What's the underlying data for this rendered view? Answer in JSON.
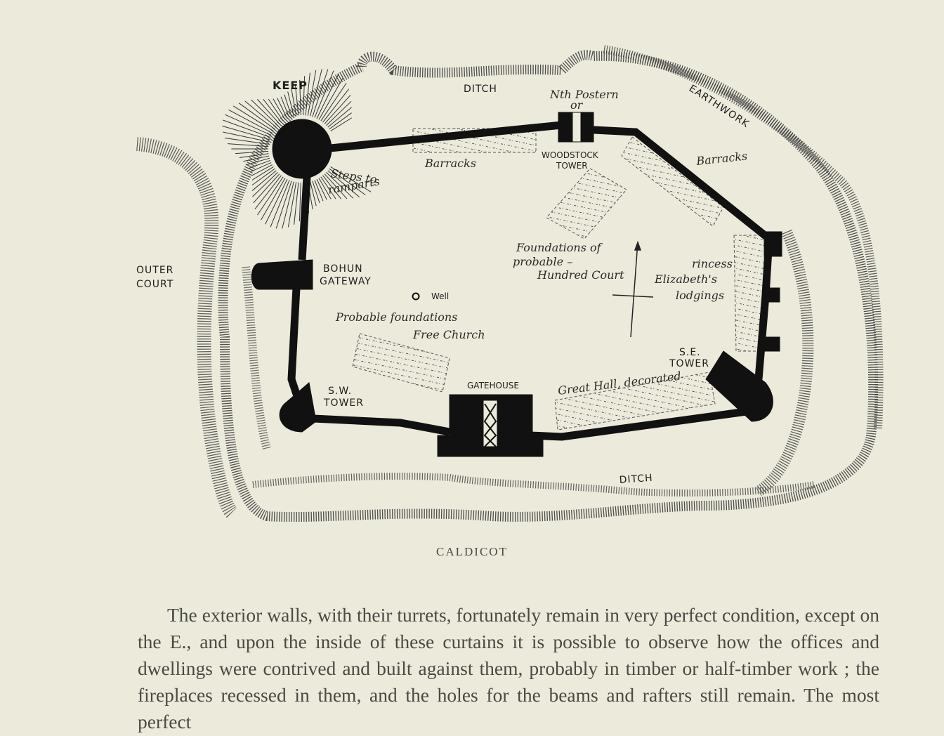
{
  "plan": {
    "labels": {
      "keep": "KEEP",
      "ditch_top": "DITCH",
      "n_postern_line1": "Nth Postern",
      "n_postern_line2": "or",
      "earthwork": "EARTHWORK",
      "barracks_top": "Barracks",
      "woodstock_line1": "WOODSTOCK",
      "woodstock_line2": "TOWER",
      "barracks_right": "Barracks",
      "steps_line1": "Steps to",
      "steps_line2": "ramparts",
      "outer_court_line1": "OUTER",
      "outer_court_line2": "COURT",
      "bohun_line1": "BOHUN",
      "bohun_line2": "GATEWAY",
      "well": "Well",
      "foundations_line1": "Foundations of",
      "foundations_line2": "probable –",
      "foundations_line3": "Hundred Court",
      "princess_line1": "rincess",
      "princess_line2": "Elizabeth's",
      "princess_line3": "lodgings",
      "free_church_line1": "Probable foundations",
      "free_church_line2": "Free Church",
      "se_tower_line1": "S.E.",
      "se_tower_line2": "TOWER",
      "great_hall": "Great Hall, decorated",
      "gatehouse": "GATEHOUSE",
      "sw_tower_line1": "S.W.",
      "sw_tower_line2": "TOWER",
      "ditch_bottom": "DITCH"
    },
    "colors": {
      "ink": "#111111",
      "paper": "#ebeadb"
    }
  },
  "caption": "CALDICOT",
  "paragraph": "The exterior walls, with their turrets, fortunately remain in very perfect condition, except on the E., and upon the inside of these curtains it is possible to observe how the offices and dwellings were contrived and built against them, probably in timber or half-timber work ; the fireplaces recessed in them, and the holes for the beams and rafters still remain.  The most perfect"
}
